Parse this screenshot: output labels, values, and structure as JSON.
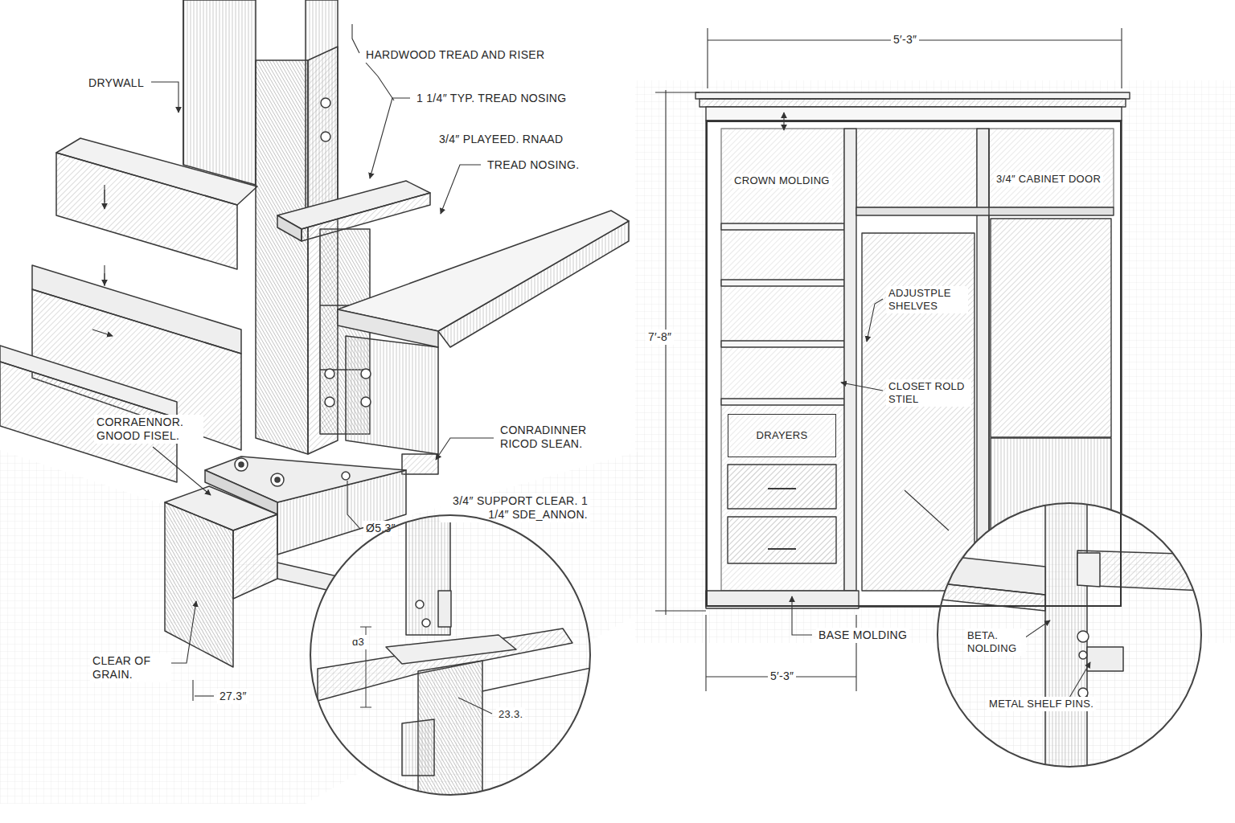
{
  "diagram": {
    "nodes": [
      {
        "text": [
          "CROWN MOLDING",
          "3/4″ CABINET DOOR",
          "ADJUSTPLE SHELVES",
          "CLOSET ROLD STIEL"
        ]
      },
      {
        "text": [
          "DRAYERS"
        ],
        "in": 0
      },
      {
        "text": [
          "BETA. NOLDING",
          "METAL SHELF PINS."
        ]
      },
      {
        "text": [
          "ɑ3",
          "23.3."
        ]
      }
    ],
    "labels": [
      "DRYWALL",
      "HARDWOOD TREAD AND RISER",
      "1 1/4″ TYP. TREAD NOSING",
      "3/4″ PLAYEED. RNAAD",
      "TREAD NOSING.",
      "CORRAENNOR. GNOOD FISEL.",
      "CONRADINNER RICOD SLEAN.",
      "3/4″ SUPPORT CLEAR. 1 1/4″ SDE_ANNON.",
      "Ø5.3″",
      "CLEAR OF GRAIN.",
      "27.3″",
      "5′-3″",
      "7′-8″",
      "BASE MOLDING",
      "5′-3″"
    ]
  }
}
